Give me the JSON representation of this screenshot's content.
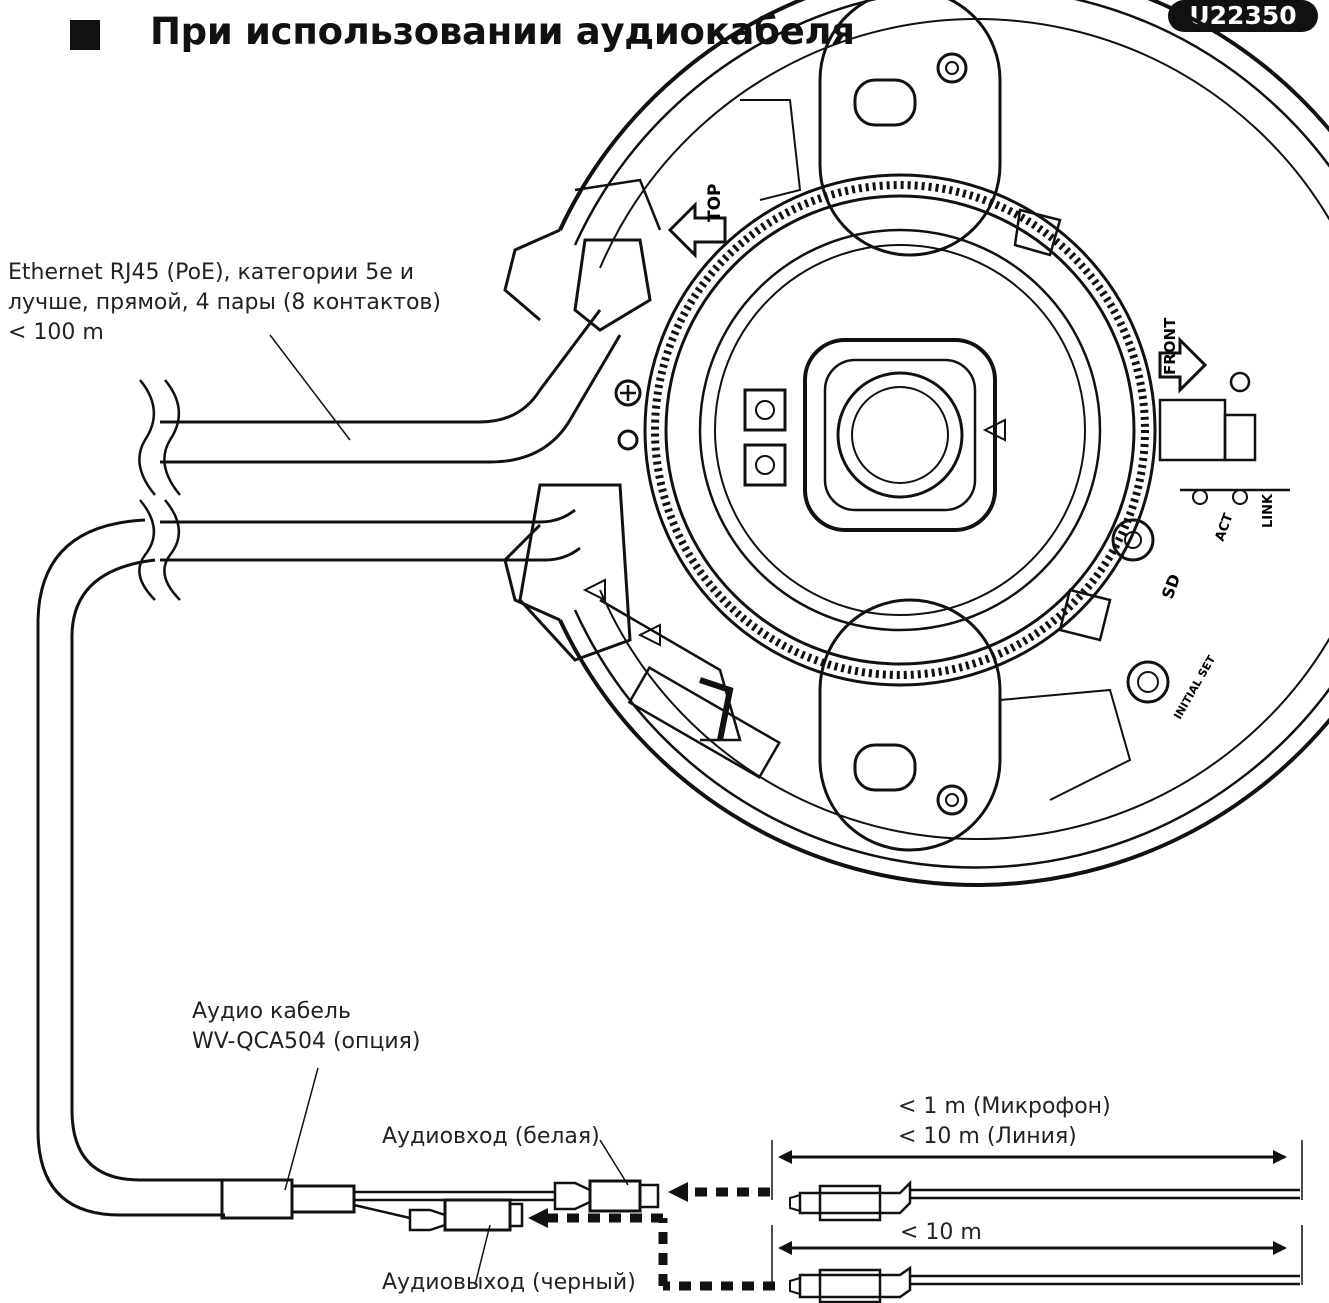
{
  "title": "При использовании аудиокабеля",
  "model_badge": "U22350",
  "ethernet_label": {
    "line1": "Ethernet RJ45 (PoE), категории 5e и",
    "line2": "лучше, прямой, 4 пары (8 контактов)",
    "line3": "< 100 m"
  },
  "audio_cable_label": {
    "line1": "Аудио кабель",
    "line2": "WV-QCA504 (опция)"
  },
  "audio_in_label": "Аудиовход (белая)",
  "audio_out_label": "Аудиовыход (черный)",
  "mic_distance": "< 1 m (Микрофон)",
  "line_distance": "< 10 m (Линия)",
  "out_distance": "< 10 m",
  "camera_markings": {
    "top": "TOP",
    "front": "FRONT",
    "link": "LINK",
    "act": "ACT",
    "initial_set": "INITIAL SET",
    "sd": "SD"
  },
  "icons": [
    "square-bullet-icon",
    "arrow-top-icon",
    "arrow-front-icon",
    "screw-icon",
    "dimension-arrow-icon",
    "dashed-arrow-icon"
  ]
}
